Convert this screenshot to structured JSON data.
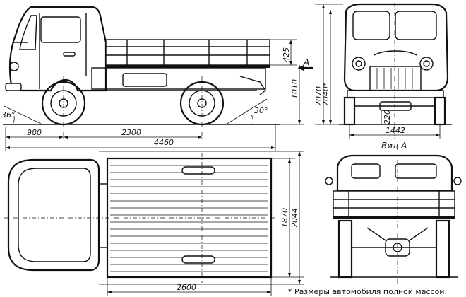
{
  "dimensions": {
    "front_overhang": "980",
    "wheelbase": "2300",
    "overall_length": "4460",
    "body_side_height": "425",
    "platform_height": "1010",
    "overall_height_loaded": "2040*",
    "overall_height": "2070",
    "ground_clearance": "220",
    "track": "1442",
    "body_length": "2600",
    "body_width": "1870",
    "overall_width": "2044",
    "approach_angle": "36°",
    "departure_angle": "30°"
  },
  "labels": {
    "view_arrow": "A",
    "view_a_title": "Вид А"
  },
  "footnote": "* Размеры автомобиля полной массой."
}
